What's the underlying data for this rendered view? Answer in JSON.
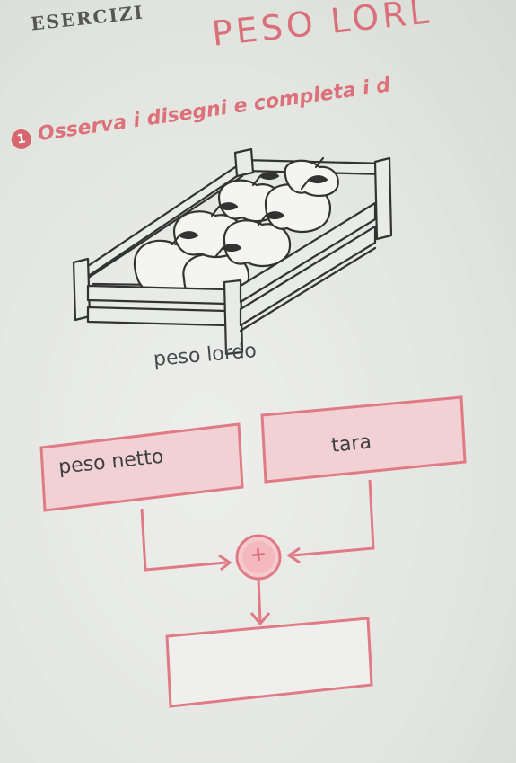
{
  "header": {
    "handwritten_note": "ESERCIZI",
    "title": "PESO LORL"
  },
  "exercise": {
    "number": "1",
    "instruction": "Osserva i disegni e completa i d"
  },
  "illustration": {
    "caption": "peso lordo"
  },
  "diagram": {
    "box_netto": "peso netto",
    "box_tara": "tara",
    "operator": "+",
    "result_box": ""
  },
  "colors": {
    "accent": "#d9707a",
    "box_fill": "#f1d1d4",
    "ink": "#3d3f42"
  }
}
